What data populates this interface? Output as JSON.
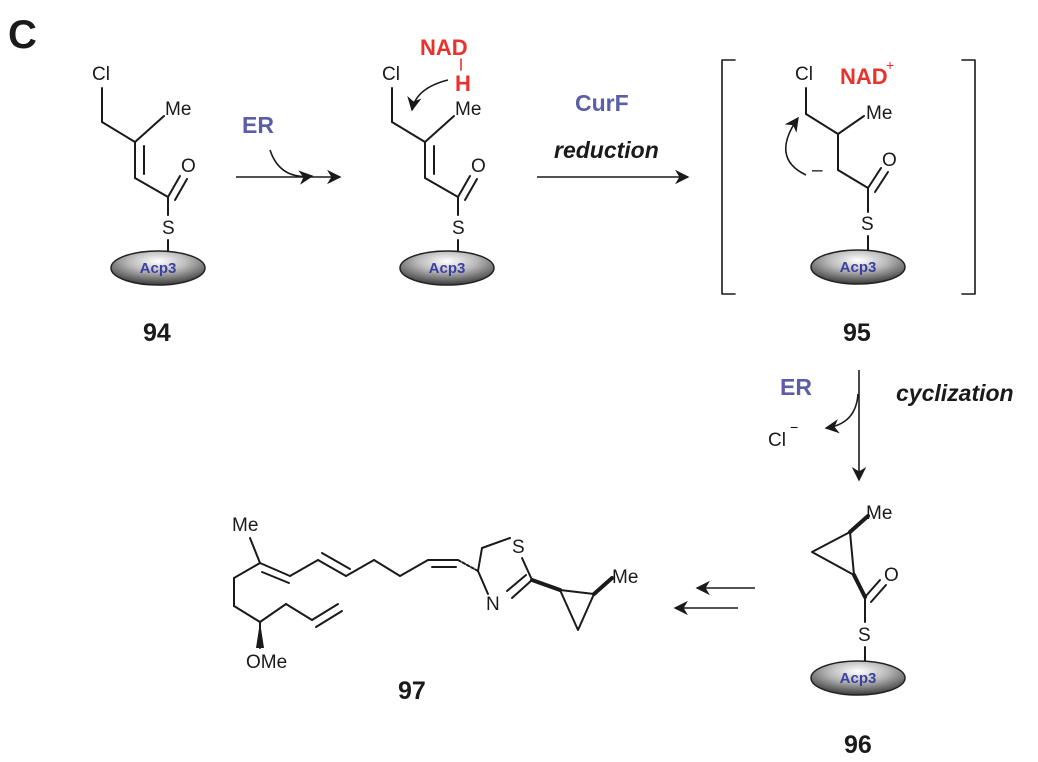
{
  "panel_label": "C",
  "colors": {
    "enzyme": "#5b5ea6",
    "cofactor": "#e8322e",
    "carrier_text": "#3b3fa0",
    "ink": "#1a1a1a"
  },
  "atoms": {
    "chlorine": "Cl",
    "methyl": "Me",
    "oxygen": "O",
    "sulfur": "S",
    "nitrogen": "N",
    "methoxy": "OMe",
    "chloride": "Cl",
    "minus": "−",
    "anion_charge": "–"
  },
  "carrier": "Acp3",
  "cofactor": {
    "nad": "NAD",
    "h": "H",
    "plus": "+"
  },
  "compounds": {
    "c94": "94",
    "c95": "95",
    "c96": "96",
    "c97": "97"
  },
  "steps": {
    "step1_enzyme": "ER",
    "step2_enzyme": "CurF",
    "step2_condition": "reduction",
    "step3_enzyme": "ER",
    "step3_condition": "cyclization"
  },
  "icons": [
    "curved-arrow-icon",
    "reaction-arrow-icon",
    "carrier-protein-ellipse-icon"
  ]
}
